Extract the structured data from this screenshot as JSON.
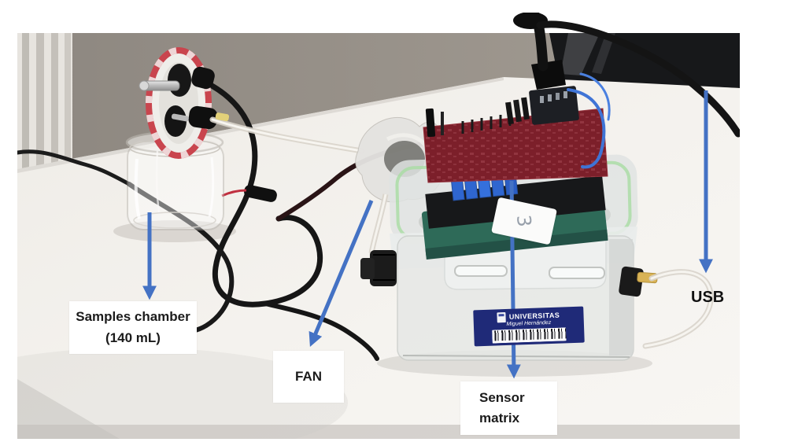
{
  "figure": {
    "annotations": {
      "samples_chamber": {
        "line1": "Samples chamber",
        "line2": "(140 mL)"
      },
      "fan_label": "FAN",
      "sensor_matrix": {
        "line1": "Sensor",
        "line2": "matrix"
      },
      "usb_label": "USB",
      "arrow_color": "#4472c4"
    },
    "photo_text": {
      "sticker_line1": "UNIVERSITAS",
      "sticker_line2": "Miguel Hernández",
      "handwritten_number": "3"
    },
    "colors": {
      "pcb_red": "#7c1f2a",
      "pcb_green": "#2e6a58",
      "trimmer_blue": "#2f66d0",
      "sticker_navy": "#1f2a78",
      "seal_green": "#a8dca2"
    }
  }
}
